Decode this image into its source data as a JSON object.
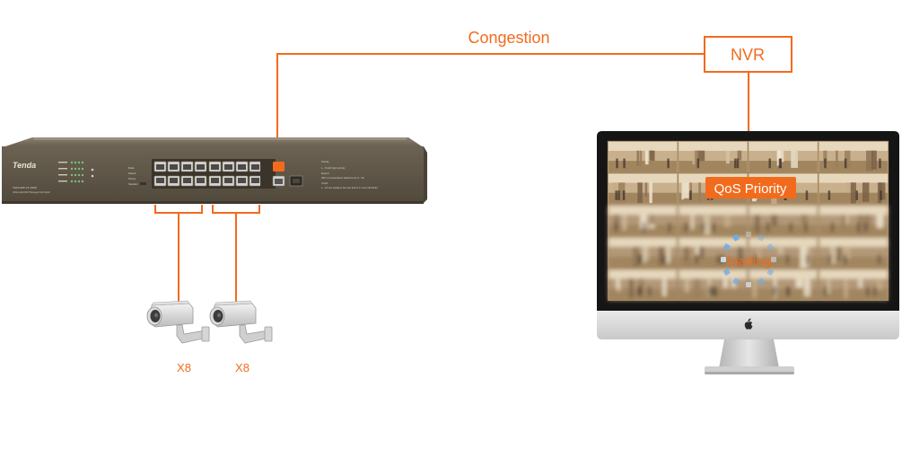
{
  "colors": {
    "accent": "#f26b1d",
    "switch_body": "#6b6253",
    "switch_front": "#5e5547",
    "monitor_frame": "#1c1c1c",
    "monitor_chin": "#d9d9d9",
    "screen_tan": "#b89a74",
    "qos_badge": "#f26b1d",
    "loading_dots": "#6aaee8"
  },
  "diagram": {
    "link_label": "Congestion",
    "nvr_label": "NVR",
    "qos_label": "QoS Priority",
    "loading_label": "loading",
    "camera_groups": [
      {
        "count_label": "X8"
      },
      {
        "count_label": "X8"
      }
    ],
    "switch": {
      "brand": "Tenda",
      "model_text": "TEF1118P-16-150W",
      "subtitle_text": "16FE+1GE/1SFP Managed PoE Switch",
      "priority_note_title": "Priority",
      "priority_note_lines": [
        "1 - 8 with high priority",
        "Extend",
        "250 m transmission distance for 9 - 16",
        "VLAN",
        "1 - 16 are isolated, but can link to 17 and 18 (SFP)"
      ],
      "mode_labels": [
        "Mode",
        "Default",
        "Priority",
        "Standard"
      ]
    },
    "monitor": {
      "logo_icon": "apple-icon"
    }
  }
}
